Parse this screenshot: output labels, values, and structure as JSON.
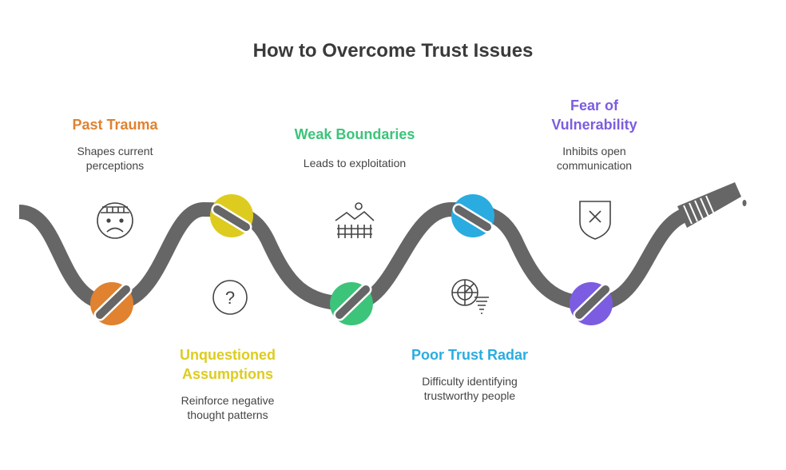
{
  "title": "How to Overcome Trust Issues",
  "colors": {
    "hose": "#666666",
    "orange": "#E0822F",
    "yellow": "#DDCC1F",
    "green": "#3CC47A",
    "blue": "#2AACE0",
    "purple": "#7C5CE0",
    "icon": "#444444"
  },
  "items": [
    {
      "heading": [
        "Past Trauma"
      ],
      "description": [
        "Shapes current",
        "perceptions"
      ],
      "color": "#E0822F",
      "icon": "sad-bandaged-face-icon"
    },
    {
      "heading": [
        "Unquestioned",
        "Assumptions"
      ],
      "description": [
        "Reinforce negative",
        "thought patterns"
      ],
      "color": "#DDCC1F",
      "icon": "question-mark-icon"
    },
    {
      "heading": [
        "Weak Boundaries"
      ],
      "description": [
        "Leads to exploitation"
      ],
      "color": "#3CC47A",
      "icon": "fence-landscape-icon"
    },
    {
      "heading": [
        "Poor Trust Radar"
      ],
      "description": [
        "Difficulty identifying",
        "trustworthy people"
      ],
      "color": "#2AACE0",
      "icon": "radar-tornado-icon"
    },
    {
      "heading": [
        "Fear of",
        "Vulnerability"
      ],
      "description": [
        "Inhibits open",
        "communication"
      ],
      "color": "#7C5CE0",
      "icon": "shield-x-icon"
    }
  ]
}
